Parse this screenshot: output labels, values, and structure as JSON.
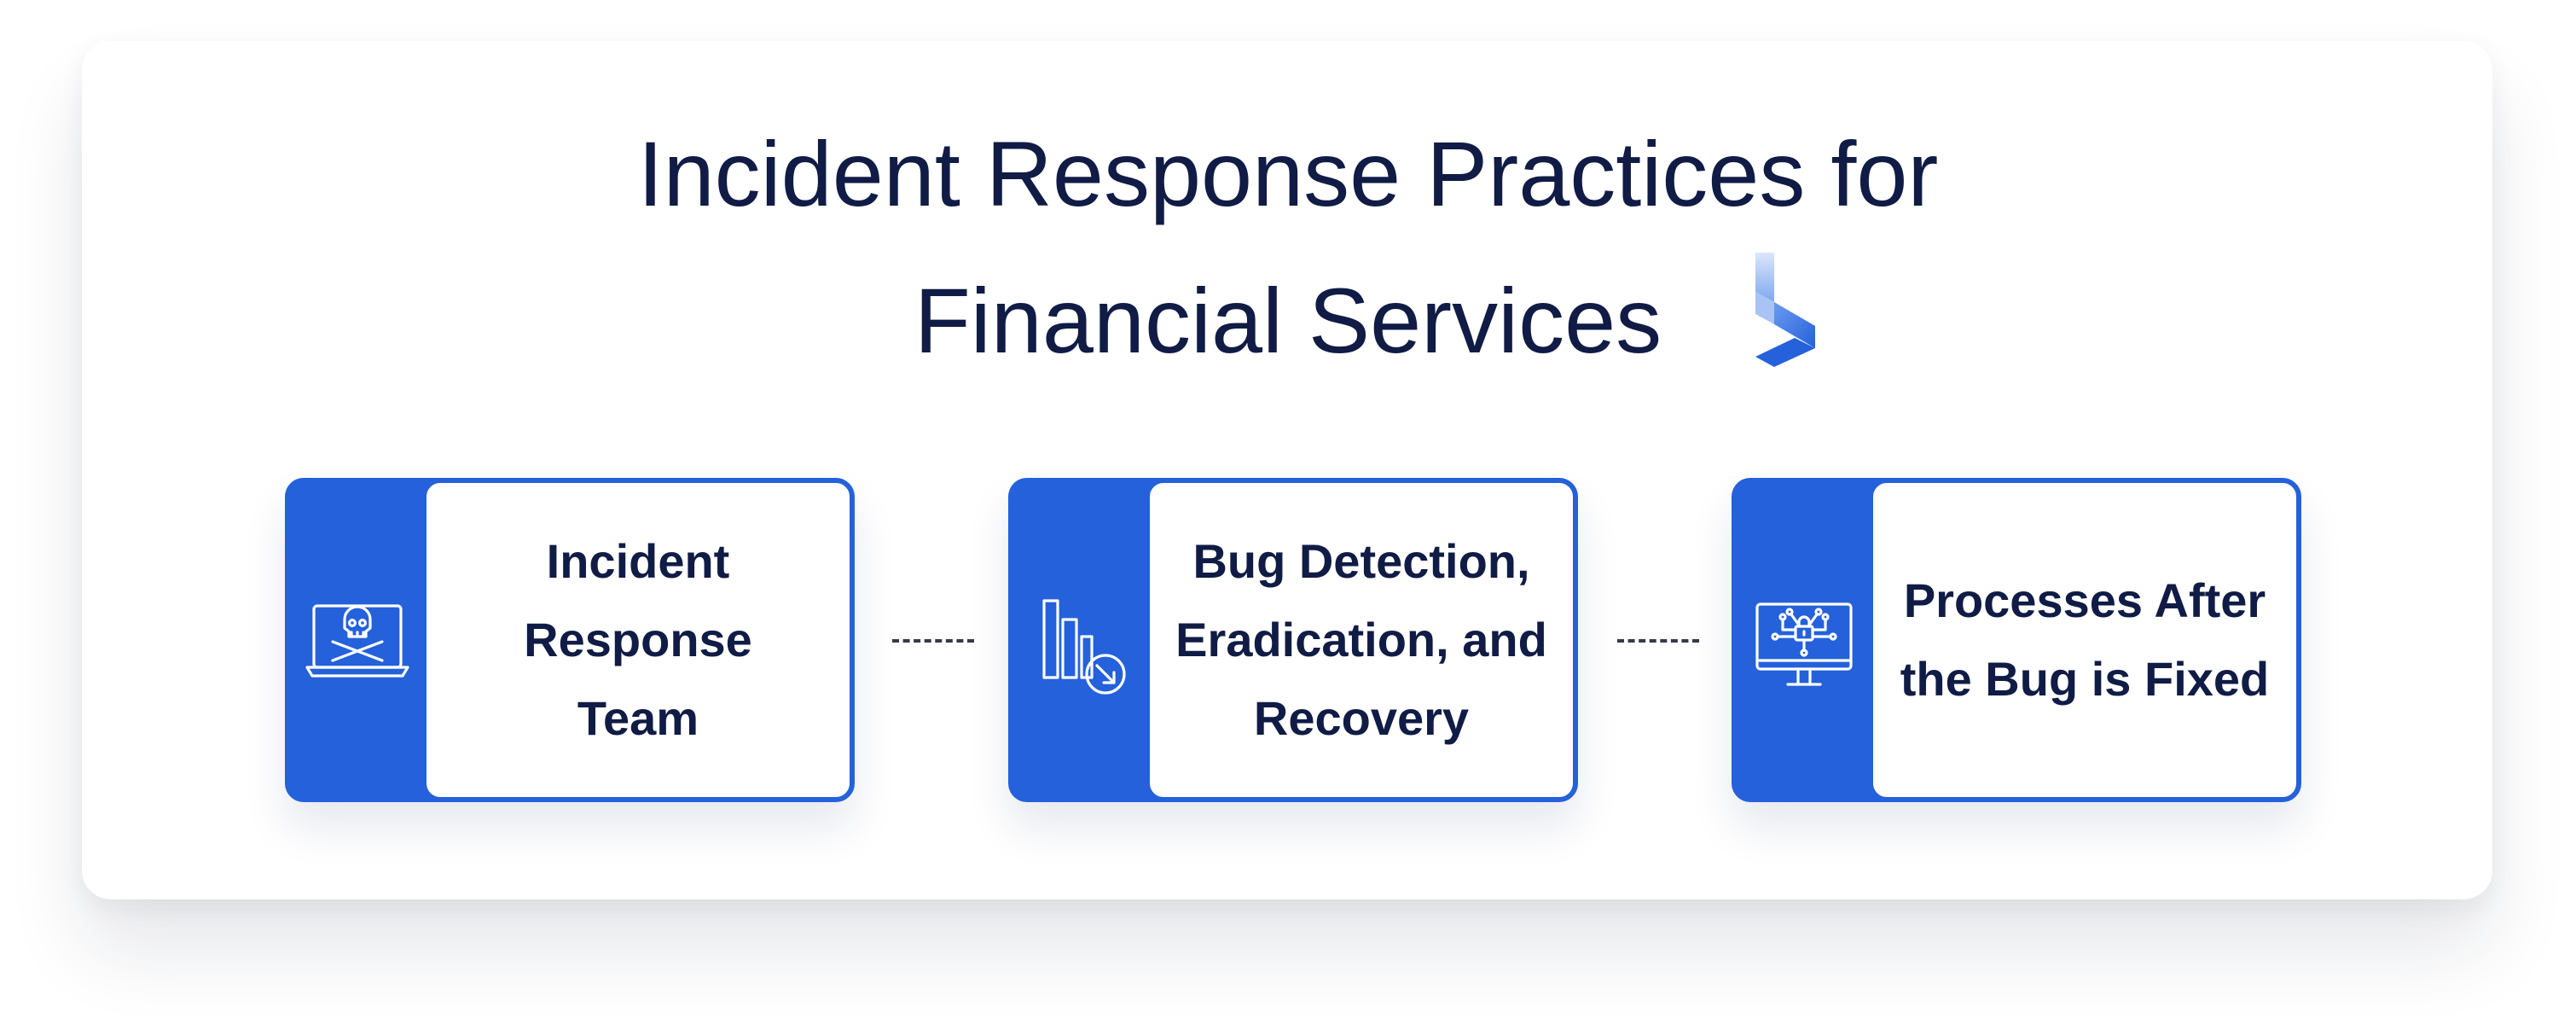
{
  "title": {
    "line1": "Incident Response Practices for",
    "line2": "Financial Services"
  },
  "brand": {
    "icon": "chevron-brand-logo",
    "color": "#2461db"
  },
  "colors": {
    "accent": "#2461db",
    "text": "#101c45",
    "background": "#ffffff"
  },
  "steps": [
    {
      "label": "Incident Response Team",
      "icon": "laptop-skull-icon"
    },
    {
      "label": "Bug Detection, Eradication, and Recovery",
      "icon": "bar-chart-download-icon"
    },
    {
      "label": "Processes After the Bug is Fixed",
      "icon": "monitor-circuit-lock-icon"
    }
  ]
}
